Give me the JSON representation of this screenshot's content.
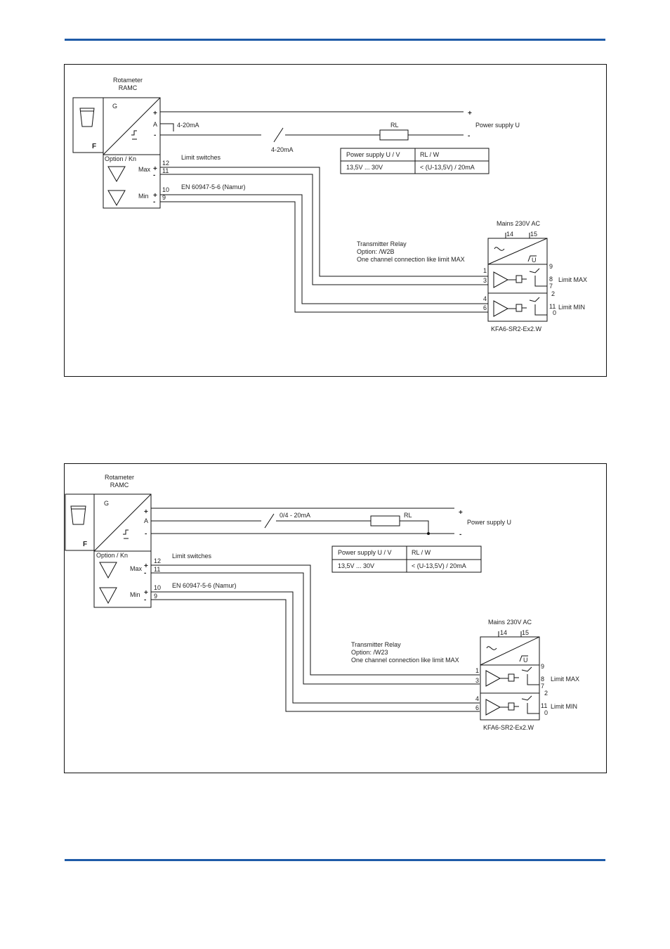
{
  "diagram1": {
    "device": {
      "title": "Rotameter",
      "subtitle": "RAMC",
      "g": "G",
      "f": "F",
      "a": "A",
      "plus": "+",
      "minus": "-"
    },
    "signal": "4-20mA",
    "meter_label": "4-20mA",
    "rl": "RL",
    "power_plus": "+",
    "power_minus": "-",
    "power_supply": "Power supply U",
    "table": {
      "h1": "Power supply U / V",
      "h2": "RL / W",
      "v1": "13,5V ... 30V",
      "v2": "< (U-13,5V) / 20mA"
    },
    "option": "Option / Kn",
    "max": "Max",
    "min": "Min",
    "t12": "12",
    "t11": "11",
    "t10": "10",
    "t9": "9",
    "limit_switches": "Limit switches",
    "namur": "EN 60947-5-6 (Namur)",
    "mains": "Mains 230V AC",
    "t14": "14",
    "t15": "15",
    "relay1": "Transmitter Relay",
    "relay2": "Option:  /W2B",
    "relay3": "One channel connection like limit MAX",
    "in1": "1",
    "in3": "3",
    "in4": "4",
    "in6": "6",
    "o9": "9",
    "o8": "8",
    "o7": "7",
    "o2": "2",
    "o11": "11",
    "o0": "0",
    "limit_max": "Limit MAX",
    "limit_min": "Limit MIN",
    "model": "KFA6-SR2-Ex2.W"
  },
  "diagram2": {
    "device": {
      "title": "Rotameter",
      "subtitle": "RAMC",
      "g": "G",
      "f": "F",
      "a": "A",
      "plus": "+",
      "minus": "-"
    },
    "meter_label": "0/4 - 20mA",
    "rl": "RL",
    "power_plus": "+",
    "power_minus": "-",
    "power_supply": "Power supply U",
    "table": {
      "h1": "Power supply U / V",
      "h2": "RL / W",
      "v1": "13,5V ... 30V",
      "v2": "< (U-13,5V) / 20mA"
    },
    "option": "Option / Kn",
    "max": "Max",
    "min": "Min",
    "t12": "12",
    "t11": "11",
    "t10": "10",
    "t9": "9",
    "limit_switches": "Limit switches",
    "namur": "EN 60947-5-6 (Namur)",
    "mains": "Mains 230V AC",
    "t14": "14",
    "t15": "15",
    "relay1": "Transmitter Relay",
    "relay2": "Option:  /W23",
    "relay3": "One channel connection like limit MAX",
    "in1": "1",
    "in3": "3",
    "in4": "4",
    "in6": "6",
    "o9": "9",
    "o8": "8",
    "o7": "7",
    "o2": "2",
    "o11": "11",
    "o0": "0",
    "limit_max": "Limit MAX",
    "limit_min": "Limit MIN",
    "model": "KFA6-SR2-Ex2.W"
  }
}
